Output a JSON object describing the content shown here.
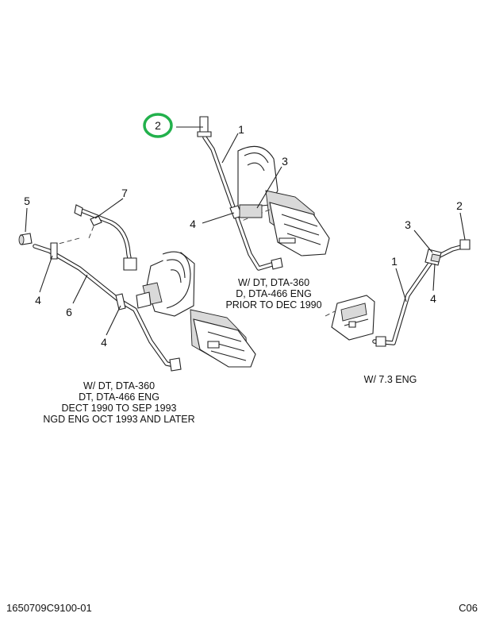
{
  "callouts": {
    "v1": {
      "n1": "1",
      "n2": "2",
      "n3": "3",
      "n4": "4"
    },
    "v2": {
      "n4a": "4",
      "n4b": "4",
      "n5": "5",
      "n6": "6",
      "n7": "7"
    },
    "v3": {
      "n1": "1",
      "n2": "2",
      "n3": "3",
      "n4": "4"
    }
  },
  "captions": {
    "v1": [
      "W/ DT, DTA-360",
      "D, DTA-466 ENG",
      "PRIOR TO DEC 1990"
    ],
    "v2": [
      "W/ DT, DTA-360",
      "DT, DTA-466 ENG",
      "DECT 1990 TO SEP 1993",
      "NGD ENG OCT 1993 AND LATER"
    ],
    "v3": [
      "W/ 7.3 ENG"
    ]
  },
  "footer": {
    "drawing_number": "1650709C9100-01",
    "sheet": "C06"
  },
  "highlight": {
    "color": "#22b14c",
    "target": "2"
  }
}
